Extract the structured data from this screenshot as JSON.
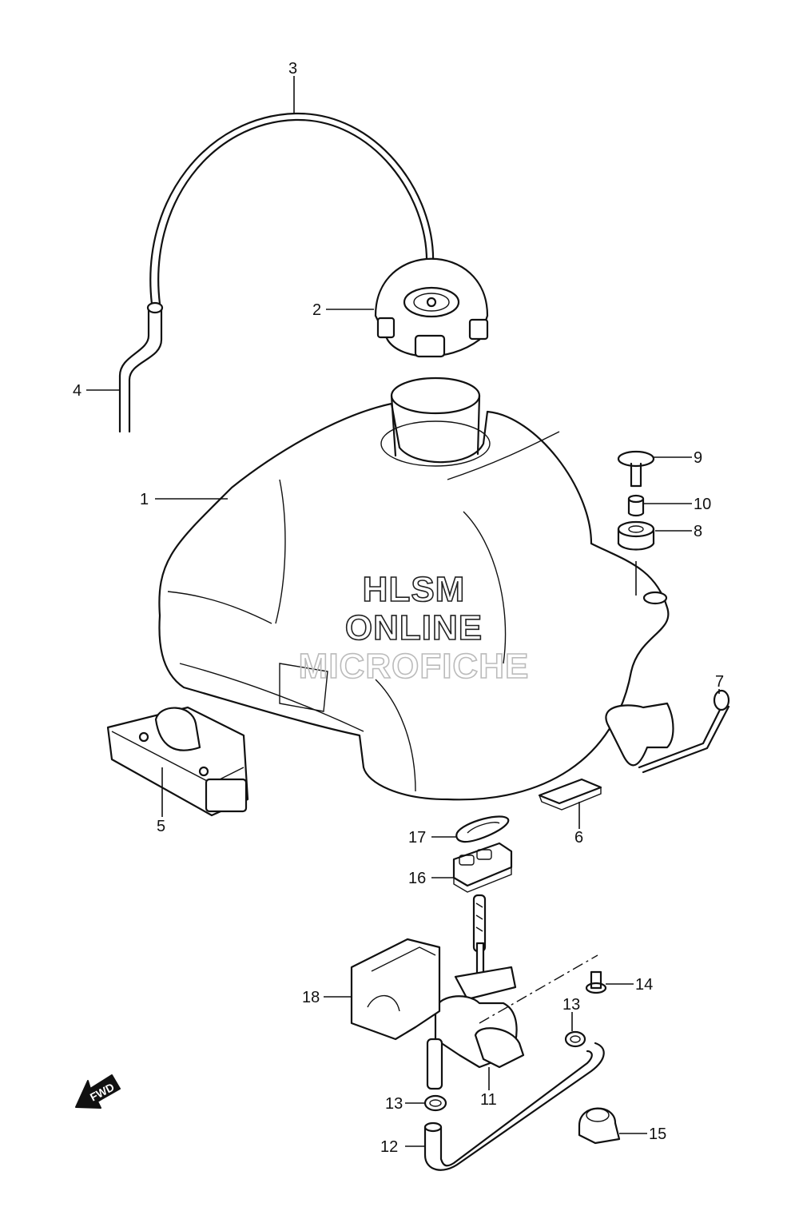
{
  "watermark": {
    "line1": "HLSM",
    "line2": "ONLINE",
    "line3": "MICROFICHE"
  },
  "direction_arrow": {
    "label": "FWD",
    "icon": "fwd-arrow-icon"
  },
  "callouts": {
    "c1": "1",
    "c2": "2",
    "c3": "3",
    "c4": "4",
    "c5": "5",
    "c6": "6",
    "c7": "7",
    "c8": "8",
    "c9": "9",
    "c10": "10",
    "c11": "11",
    "c12": "12",
    "c13a": "13",
    "c13b": "13",
    "c14": "14",
    "c15": "15",
    "c16": "16",
    "c17": "17",
    "c18": "18"
  }
}
